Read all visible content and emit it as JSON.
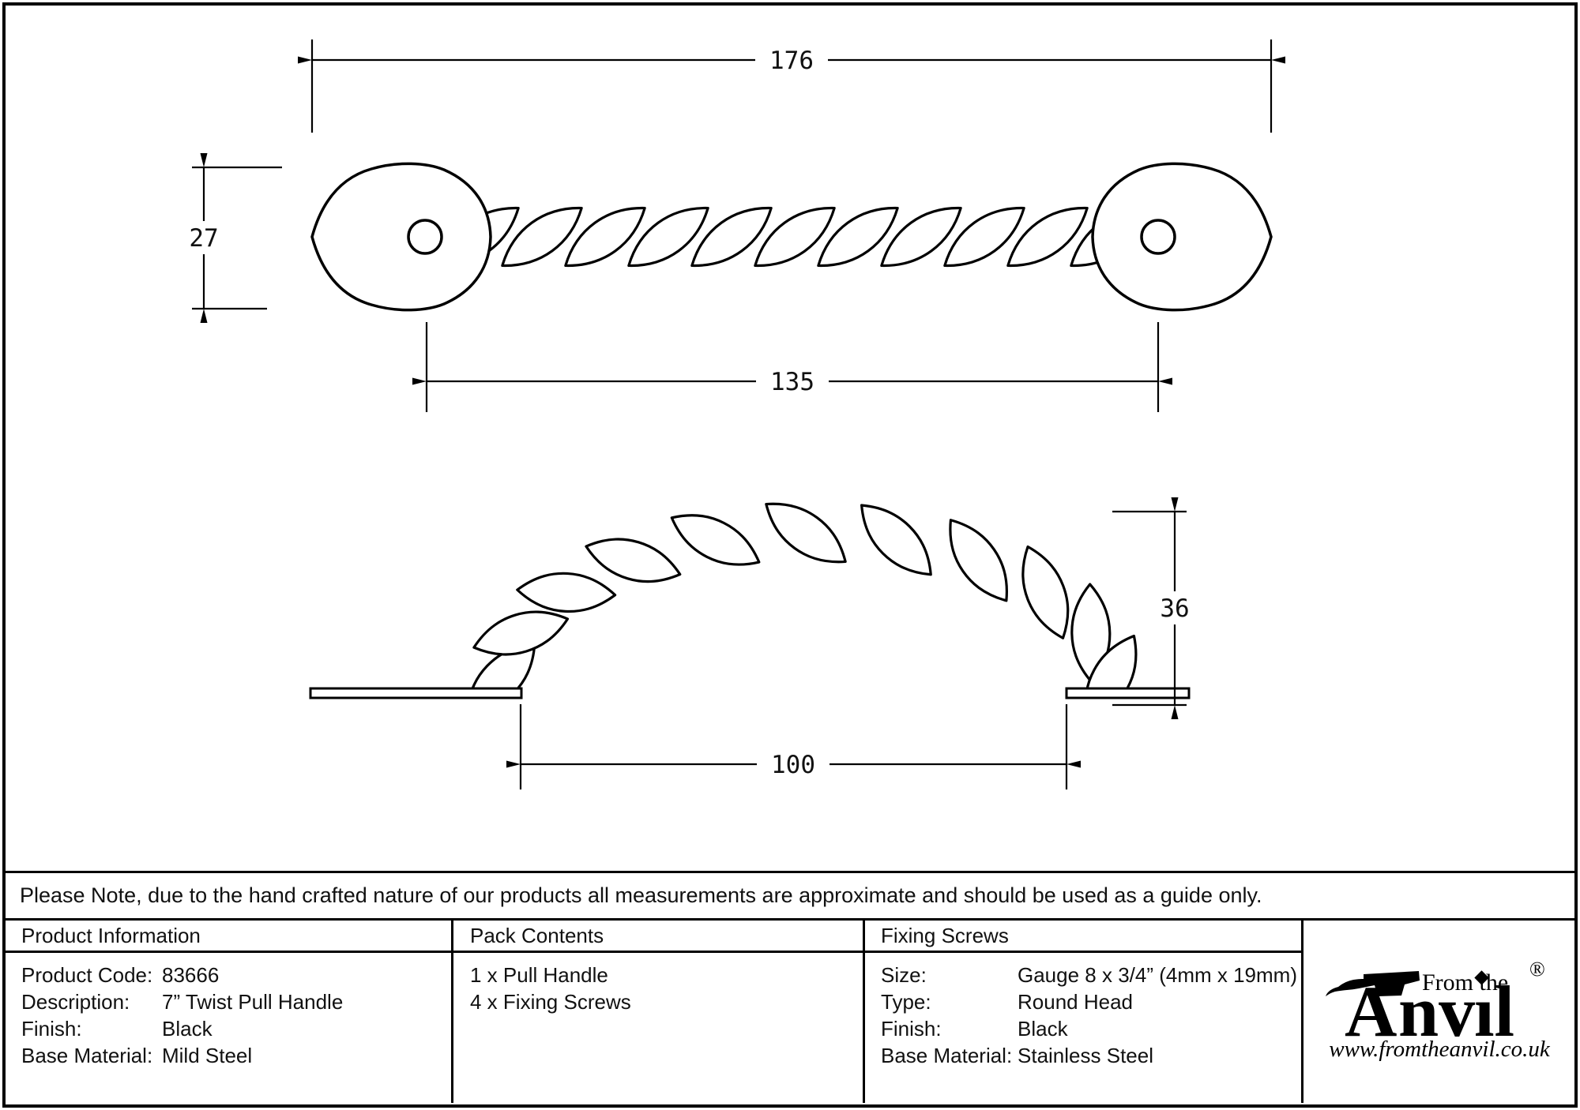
{
  "drawing": {
    "dims": {
      "overall_length": "176",
      "plate_width": "27",
      "fixing_centres": "135",
      "projection": "36",
      "inner_span": "100"
    }
  },
  "note": "Please Note, due to the hand crafted nature of our products all measurements are approximate and should be used as a guide only.",
  "table": {
    "product_information": {
      "header": "Product Information",
      "rows": [
        {
          "label": "Product Code:",
          "value": "83666"
        },
        {
          "label": "Description:",
          "value": "7” Twist Pull Handle"
        },
        {
          "label": "Finish:",
          "value": "Black"
        },
        {
          "label": "Base Material:",
          "value": "Mild Steel"
        }
      ]
    },
    "pack_contents": {
      "header": "Pack Contents",
      "items": [
        "1 x Pull Handle",
        "4 x Fixing Screws"
      ]
    },
    "fixing_screws": {
      "header": "Fixing Screws",
      "rows": [
        {
          "label": "Size:",
          "value": "Gauge 8 x 3/4” (4mm x 19mm)"
        },
        {
          "label": "Type:",
          "value": "Round Head"
        },
        {
          "label": "Finish:",
          "value": "Black"
        },
        {
          "label": "Base Material:",
          "value": "Stainless Steel"
        }
      ]
    },
    "brand": {
      "from_the": "From the",
      "name_part1": "nv",
      "name_part2": "ıl",
      "letter_a": "A",
      "reg": "®",
      "url": "www.fromtheanvil.co.uk"
    }
  }
}
